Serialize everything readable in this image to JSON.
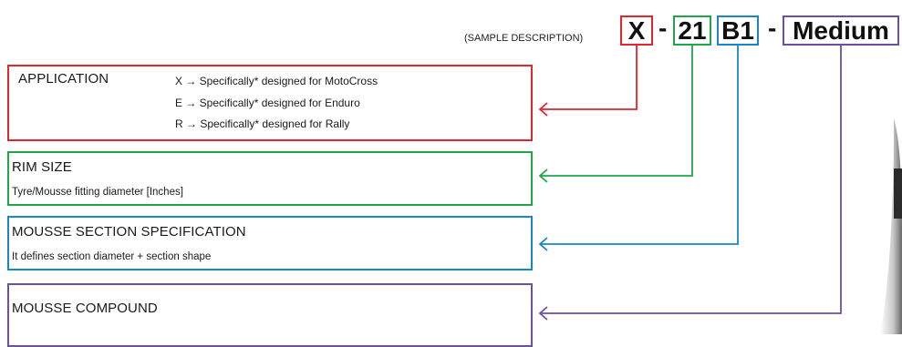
{
  "sample_description": "(SAMPLE DESCRIPTION)",
  "code_parts": {
    "application": "X",
    "dash1": "-",
    "rim": "21",
    "section": "B1",
    "dash2": "-",
    "compound": "Medium"
  },
  "colors": {
    "application": "#e0262e",
    "rim": "#1fa64a",
    "section": "#1a86c8",
    "compound": "#6a4fa3"
  },
  "boxes": {
    "application": {
      "title": "APPLICATION",
      "rows": [
        "X → Specifically* designed for MotoCross",
        "E → Specifically* designed for Enduro",
        "R → Specifically* designed for Rally"
      ]
    },
    "rim": {
      "title": "RIM SIZE",
      "desc": "Tyre/Mousse fitting diameter [Inches]"
    },
    "section": {
      "title": "MOUSSE SECTION SPECIFICATION",
      "desc": "It defines section diameter + section shape"
    },
    "compound": {
      "title": "MOUSSE COMPOUND"
    }
  }
}
